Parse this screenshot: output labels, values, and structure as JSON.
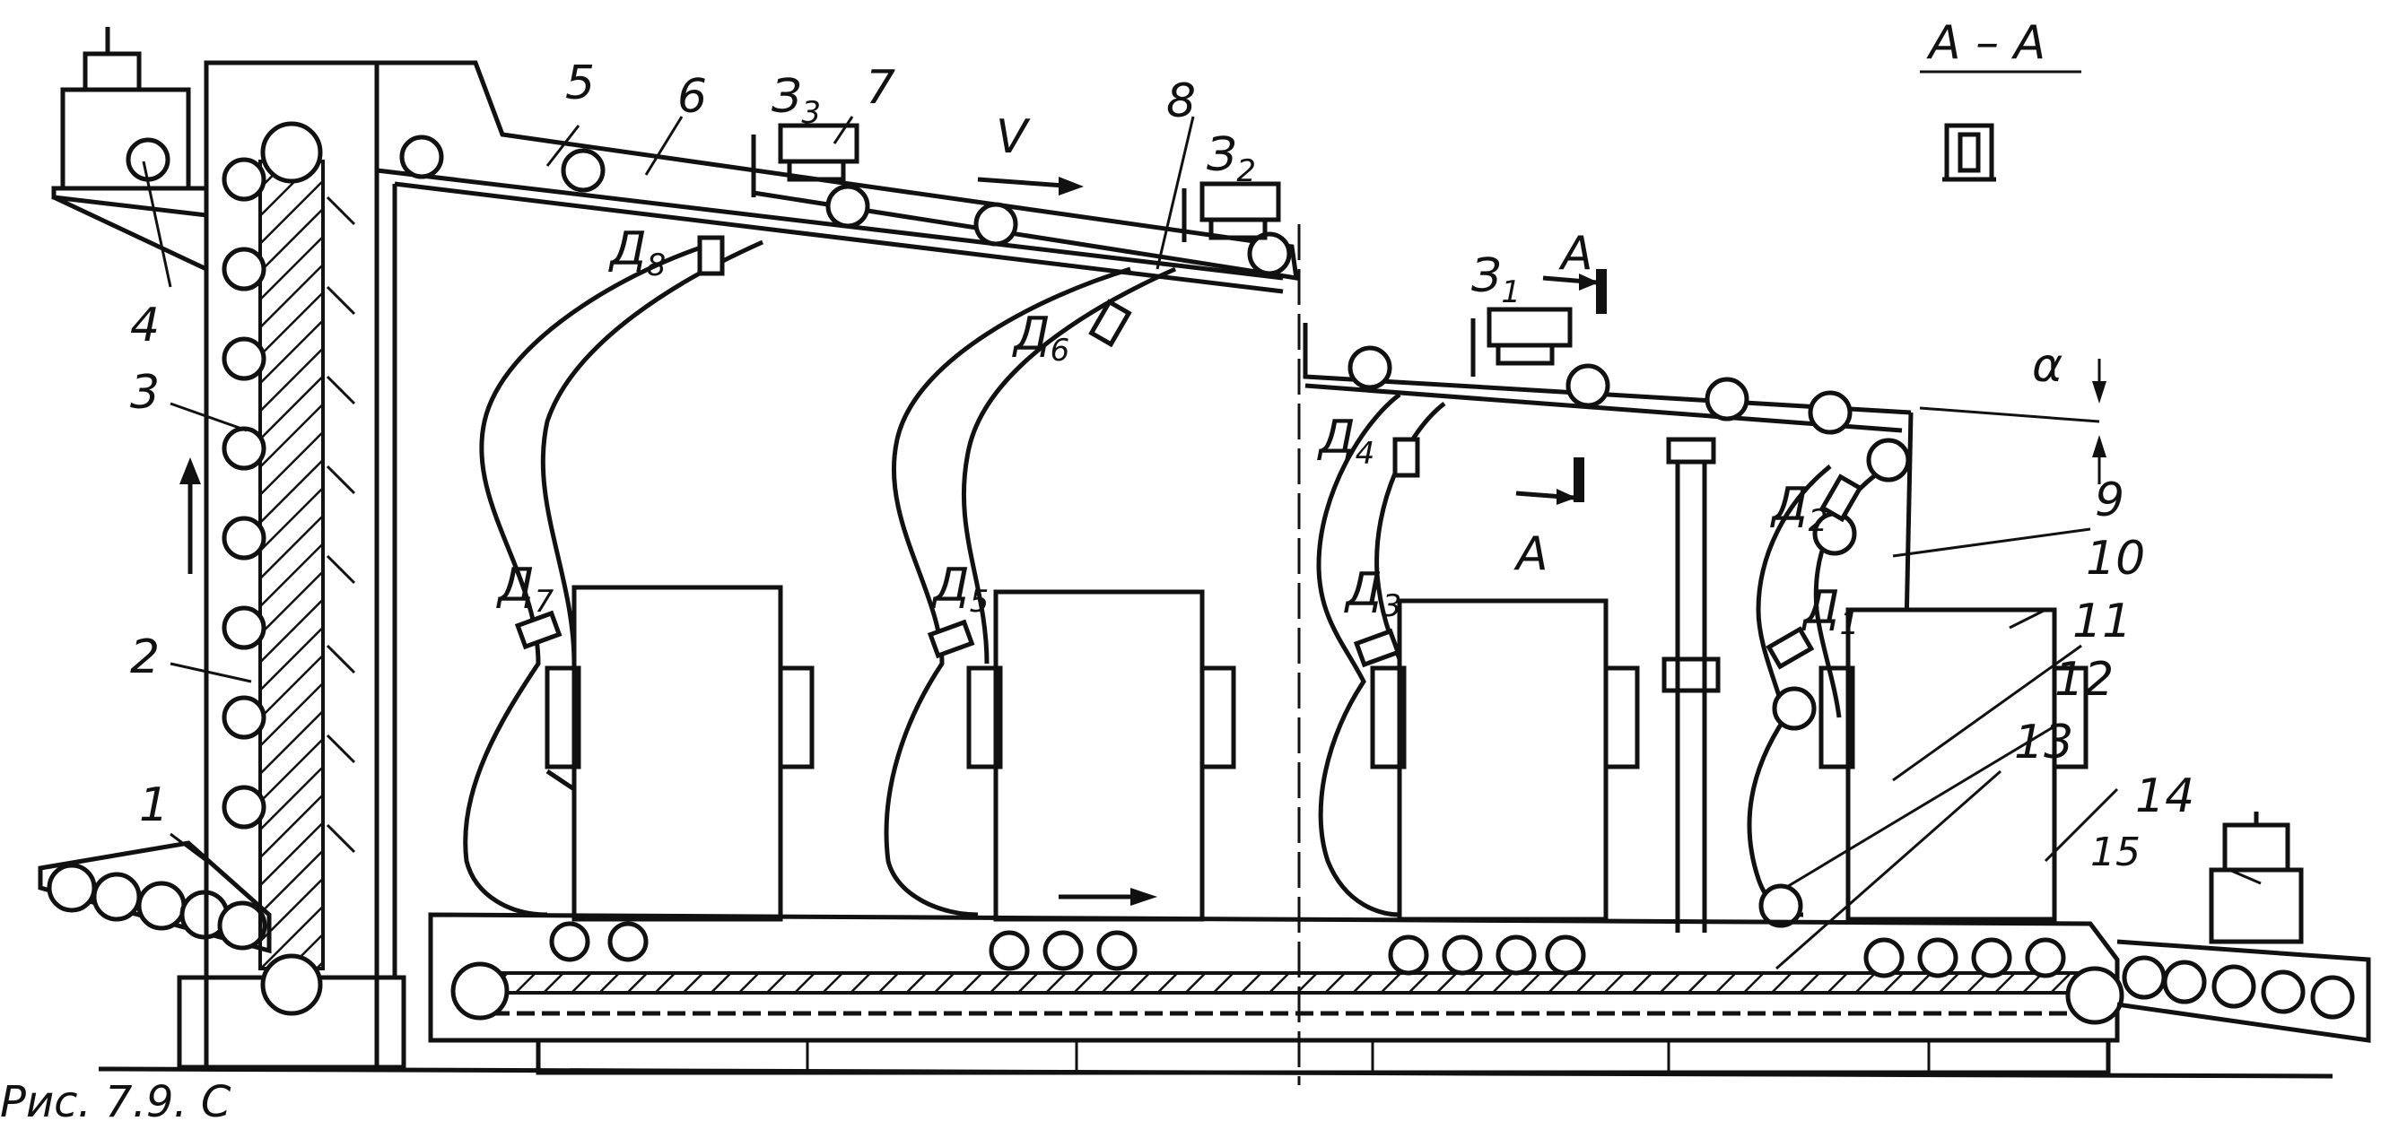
{
  "diagram": {
    "caption": "Рис. 7.9. С",
    "section": {
      "title": "А – А",
      "mark_top": "А",
      "mark_bottom": "А"
    },
    "velocity_label": "V",
    "angle_label": "α",
    "numbers": {
      "n1": "1",
      "n2": "2",
      "n3": "3",
      "n4": "4",
      "n5": "5",
      "n6": "6",
      "n7": "7",
      "n8": "8",
      "n9": "9",
      "n10": "10",
      "n11": "11",
      "n12": "12",
      "n13": "13",
      "n14": "14",
      "n15": "15"
    },
    "stops": {
      "z1": "З",
      "z1_sub": "1",
      "z2": "З",
      "z2_sub": "2",
      "z3": "З",
      "z3_sub": "3"
    },
    "sensors": {
      "d1": "Д",
      "d1_sub": "1",
      "d2": "Д",
      "d2_sub": "2",
      "d3": "Д",
      "d3_sub": "3",
      "d4": "Д",
      "d4_sub": "4",
      "d5": "Д",
      "d5_sub": "5",
      "d6": "Д",
      "d6_sub": "6",
      "d7": "Д",
      "d7_sub": "7",
      "d8": "Д",
      "d8_sub": "8"
    }
  }
}
